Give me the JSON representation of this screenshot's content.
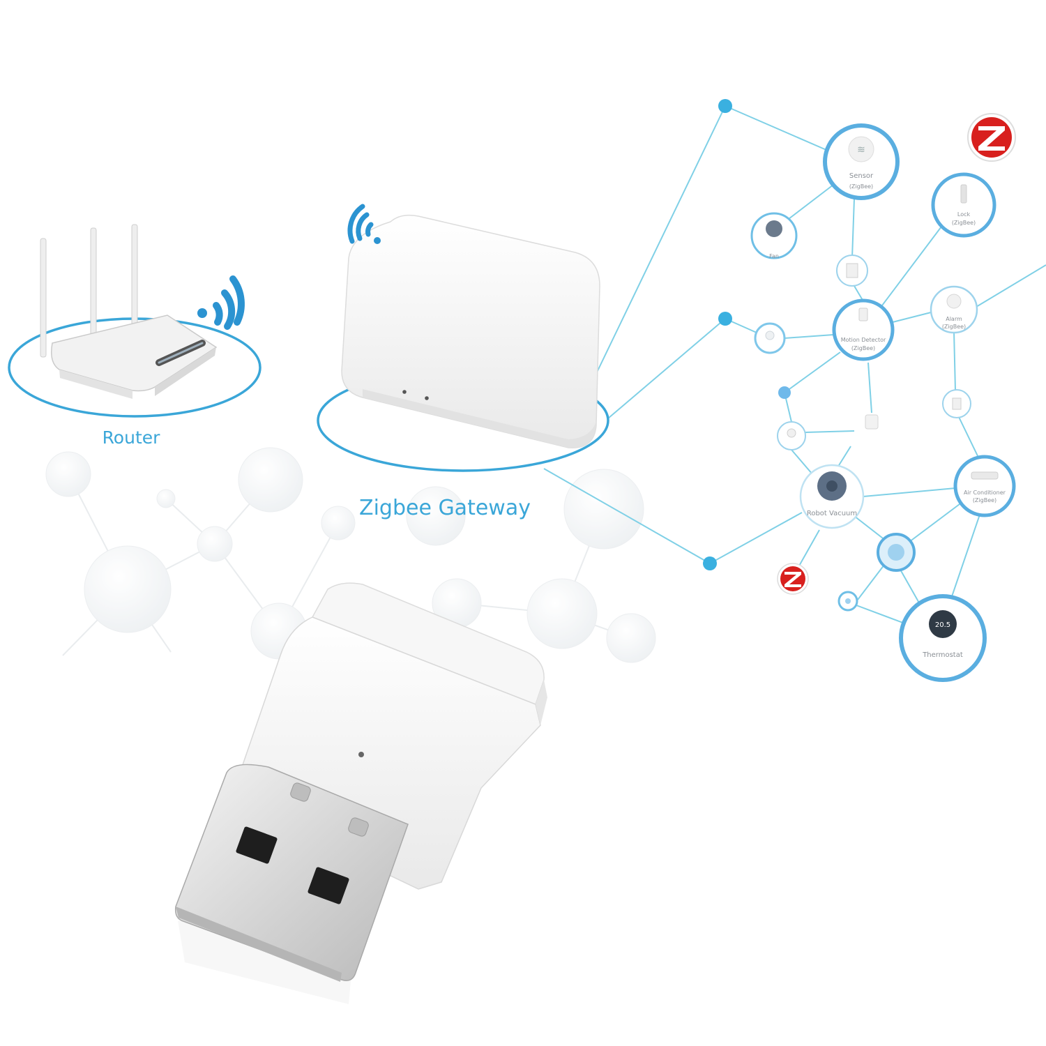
{
  "captions": {
    "router": "Router",
    "gateway": "Zigbee Gateway"
  },
  "nodes": {
    "sensor": {
      "title": "Sensor",
      "sub": "(ZigBee)"
    },
    "fan": {
      "title": "Fan"
    },
    "lock": {
      "title": "Lock",
      "sub": "(ZigBee)"
    },
    "motion": {
      "title": "Motion Detector",
      "sub": "(ZigBee)"
    },
    "alarm": {
      "title": "Alarm",
      "sub": "(ZigBee)"
    },
    "robot": {
      "title": "Robot Vacuum"
    },
    "ac": {
      "title": "Air Conditioner",
      "sub": "(ZigBee)"
    },
    "thermostat": {
      "title": "Thermostat",
      "display": "20.5"
    }
  },
  "colors": {
    "accent": "#3aa6d8",
    "line": "#7fd0e6",
    "ring": "#5aaee0",
    "zigbee_red": "#d8201e",
    "device_white": "#f3f3f3"
  }
}
